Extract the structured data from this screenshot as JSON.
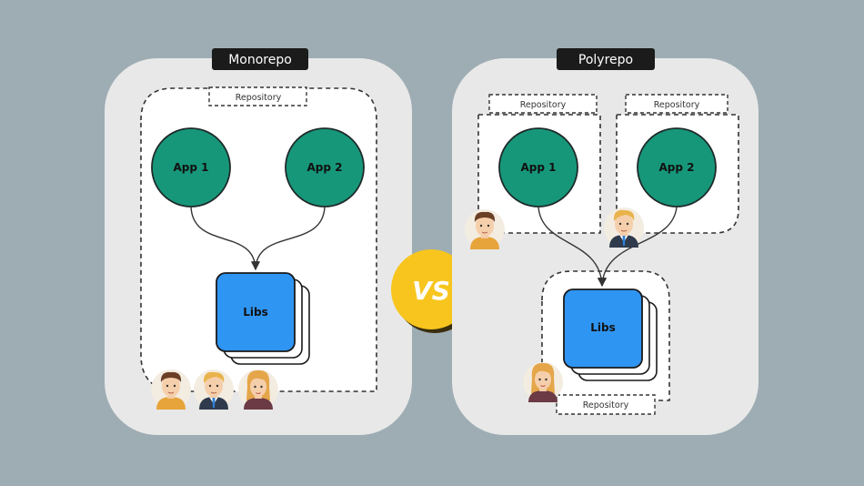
{
  "monorepo": {
    "title": "Monorepo",
    "repo_label": "Repository",
    "app1": "App 1",
    "app2": "App 2",
    "libs": "Libs"
  },
  "polyrepo": {
    "title": "Polyrepo",
    "repo1_label": "Repository",
    "repo2_label": "Repository",
    "repo3_label": "Repository",
    "app1": "App 1",
    "app2": "App 2",
    "libs": "Libs"
  },
  "vs_label": "VS",
  "colors": {
    "background": "#9eadb3",
    "panel": "#e8e8e8",
    "app": "#17977a",
    "libs": "#2f95f2",
    "vs_badge": "#f7c51d"
  }
}
